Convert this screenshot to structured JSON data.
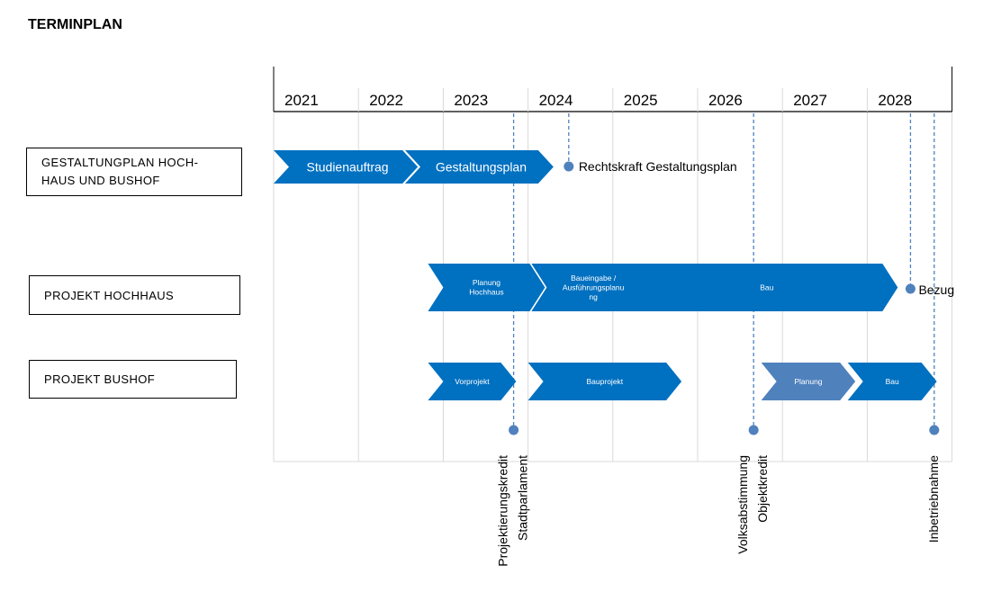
{
  "title": "TERMINPLAN",
  "years": [
    "2021",
    "2022",
    "2023",
    "2024",
    "2025",
    "2026",
    "2027",
    "2028"
  ],
  "colors": {
    "primary": "#0070c0",
    "muted": "#4f81bd",
    "marker": "#4f81bd",
    "grid": "#d9d9d9",
    "axis": "#000000"
  },
  "rows": [
    {
      "label": "GESTALTUNGPLAN HOCH-\nHAUS UND BUSHOF",
      "phases": [
        {
          "label": "Studienauftrag",
          "start": 2021.0,
          "end": 2022.7,
          "color": "primary",
          "text_size": "large"
        },
        {
          "label": "Gestaltungsplan",
          "start": 2022.55,
          "end": 2024.3,
          "color": "primary",
          "text_size": "large"
        }
      ],
      "events": [
        {
          "label": "Rechtskraft Gestaltungsplan",
          "at": 2024.48
        }
      ]
    },
    {
      "label": "PROJEKT HOCHHAUS",
      "phases": [
        {
          "label": "Planung\nHochhaus",
          "start": 2022.82,
          "end": 2024.2,
          "color": "primary",
          "text_size": "small"
        },
        {
          "label": "Baueingabe /\nAusführungsplanu\nng",
          "start": 2024.04,
          "end": 2025.5,
          "color": "primary",
          "text_size": "small"
        },
        {
          "label": "Bau",
          "start": 2025.27,
          "end": 2028.36,
          "color": "primary",
          "text_size": "small"
        }
      ],
      "events": [
        {
          "label": "Bezug",
          "at": 2028.51
        }
      ]
    },
    {
      "label": "PROJEKT BUSHOF",
      "phases": [
        {
          "label": "Vorprojekt",
          "start": 2022.82,
          "end": 2023.86,
          "color": "primary",
          "text_size": "small"
        },
        {
          "label": "Bauprojekt",
          "start": 2024.0,
          "end": 2025.81,
          "color": "primary",
          "text_size": "small"
        },
        {
          "label": "Planung",
          "start": 2026.75,
          "end": 2027.86,
          "color": "muted",
          "text_size": "small"
        },
        {
          "label": "Bau",
          "start": 2027.77,
          "end": 2028.82,
          "color": "primary",
          "text_size": "small"
        }
      ]
    }
  ],
  "milestones": [
    {
      "label": "Projektierungskredit\nStadtparlament",
      "at": 2023.83
    },
    {
      "label": "Volksabstimmung\nObjektkredit",
      "at": 2026.66
    },
    {
      "label": "Inbetriebnahme",
      "at": 2028.79
    }
  ]
}
